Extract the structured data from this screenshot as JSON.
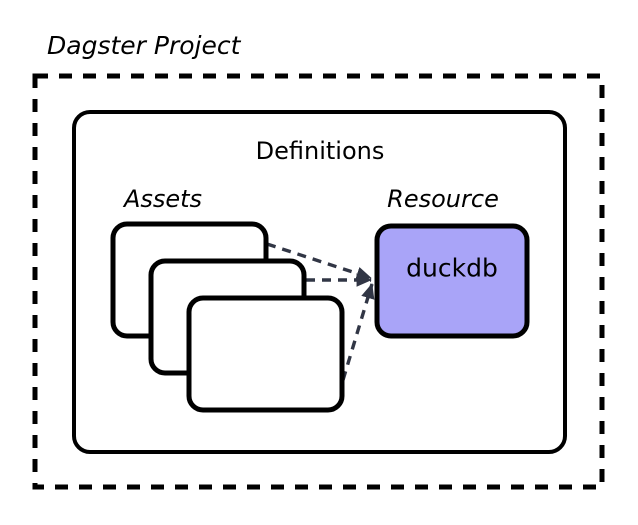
{
  "diagram": {
    "type": "architecture-block-diagram",
    "background_color": "#ffffff",
    "title": "Dagster Project",
    "outer_container": {
      "label": "Dagster Project",
      "border_style": "dashed",
      "border_color": "#000000",
      "fill": "none"
    },
    "inner_container": {
      "label": "Definitions",
      "border_style": "solid",
      "border_color": "#000000",
      "fill": "#ffffff",
      "corner": "rounded"
    },
    "groups": [
      {
        "name": "assets-group",
        "label": "Assets",
        "style": "italic",
        "items": [
          {
            "name": "asset-card-1",
            "label": "",
            "fill": "#ffffff",
            "border_color": "#000000"
          },
          {
            "name": "asset-card-2",
            "label": "",
            "fill": "#ffffff",
            "border_color": "#000000"
          },
          {
            "name": "asset-card-3",
            "label": "",
            "fill": "#ffffff",
            "border_color": "#000000"
          }
        ]
      },
      {
        "name": "resource-group",
        "label": "Resource",
        "style": "italic",
        "items": [
          {
            "name": "resource-card-duckdb",
            "label": "duckdb",
            "fill": "#a9a4f8",
            "border_color": "#000000"
          }
        ]
      }
    ],
    "connectors": [
      {
        "name": "connector-asset1-duckdb",
        "from": "asset-card-1",
        "to": "resource-card-duckdb",
        "style": "dashed",
        "color": "#313645",
        "arrow": "end"
      },
      {
        "name": "connector-asset2-duckdb",
        "from": "asset-card-2",
        "to": "resource-card-duckdb",
        "style": "dashed",
        "color": "#313645",
        "arrow": "end"
      },
      {
        "name": "connector-asset3-duckdb",
        "from": "asset-card-3",
        "to": "resource-card-duckdb",
        "style": "dashed",
        "color": "#313645",
        "arrow": "end"
      }
    ],
    "colors": {
      "stroke": "#000000",
      "resource_fill": "#a9a4f8",
      "connector": "#313645",
      "text": "#000000"
    }
  }
}
